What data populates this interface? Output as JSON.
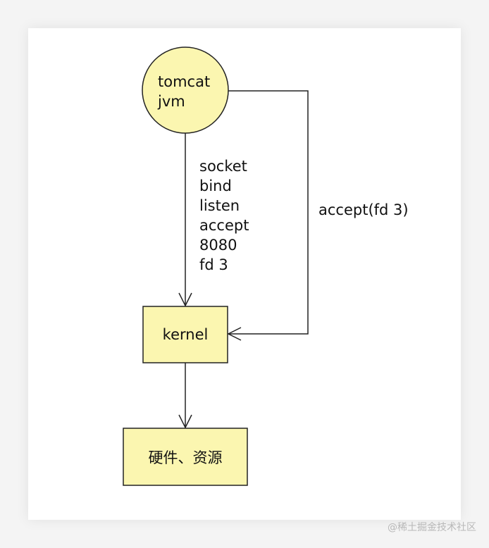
{
  "nodes": {
    "jvm": {
      "lines": [
        "tomcat",
        "jvm"
      ],
      "fill": "#fbf6b0",
      "stroke": "#222222"
    },
    "kernel": {
      "label": "kernel",
      "fill": "#fbf6b0",
      "stroke": "#222222"
    },
    "hardware": {
      "label": "硬件、资源",
      "fill": "#fbf6b0",
      "stroke": "#222222"
    }
  },
  "edges": {
    "jvm_to_kernel": {
      "lines": [
        "socket",
        "bind",
        "listen",
        "accept",
        "8080",
        "fd 3"
      ]
    },
    "kernel_to_jvm": {
      "label": "accept(fd 3)"
    }
  },
  "watermark": "@稀土掘金技术社区"
}
